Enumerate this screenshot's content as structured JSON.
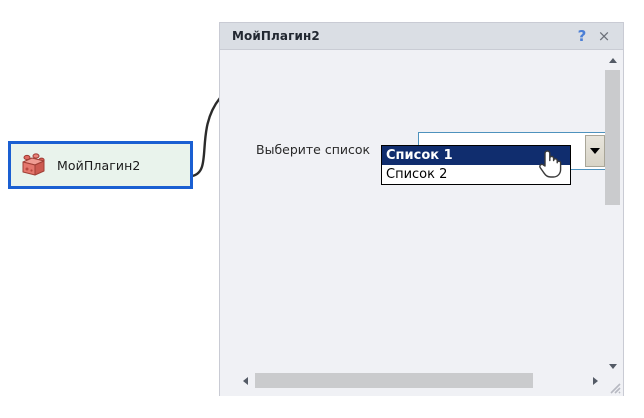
{
  "canvas": {
    "node": {
      "label": "МойПлагин2",
      "icon": "plugin-brick-icon",
      "border_color": "#1a5fd2",
      "fill_color": "#e9f3ec"
    },
    "wire": {
      "name": "connector-wire",
      "color": "#2b2b2b"
    },
    "background_color": "#ffffff"
  },
  "dialog": {
    "title": "МойПлагин2",
    "titlebar_color": "#dadee4",
    "body_color": "#f0f1f5",
    "buttons": {
      "help": "?",
      "help_color": "#4b7fd6",
      "close": "×",
      "close_color": "#6c7079"
    },
    "form": {
      "combo_label": "Выберите список",
      "combo_value": "",
      "combo_placeholder": "",
      "combo_border_color": "#4e92bd",
      "dropdown_open": true,
      "options": [
        {
          "label": "Список 1",
          "selected": true
        },
        {
          "label": "Список 2",
          "selected": false
        }
      ],
      "highlight_color": "#102d6e"
    },
    "scrollbars": {
      "vertical": {
        "up": "scroll-up-arrow",
        "down": "scroll-down-arrow",
        "thumb": "vertical-thumb"
      },
      "horizontal": {
        "left": "scroll-left-arrow",
        "right": "scroll-right-arrow",
        "thumb": "horizontal-thumb"
      },
      "thumb_color": "#cacbcd"
    },
    "resize_grip": "resize-grip"
  },
  "cursor": {
    "type": "pointing-hand-cursor"
  }
}
